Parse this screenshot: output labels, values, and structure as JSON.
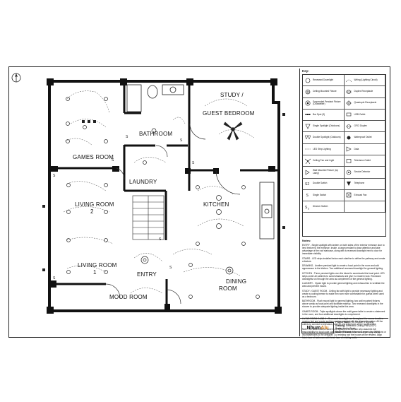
{
  "rooms": {
    "games_room": "GAMES ROOM",
    "bathroom": "BATHROOM",
    "study_line1": "STUDY /",
    "study_line2": "GUEST BEDROOM",
    "laundry": "LAUNDRY",
    "living_room_2_line1": "LIVING ROOM",
    "living_room_2_line2": "2",
    "kitchen": "KITCHEN",
    "living_room_1_line1": "LIVING ROOM",
    "living_room_1_line2": "1",
    "entry": "ENTRY",
    "dining_line1": "DINING",
    "dining_line2": "ROOM",
    "mood_room": "MOOD ROOM"
  },
  "key": {
    "title": "Key:",
    "items": [
      {
        "label": "Recessed Downlight",
        "icon": "recessed-downlight"
      },
      {
        "label": "Wiring (Lighting Circuit)",
        "icon": "wiring"
      },
      {
        "label": "Ceiling Mounted Fixture",
        "icon": "ceiling-fixture"
      },
      {
        "label": "Duplex Receptacle",
        "icon": "duplex-receptacle"
      },
      {
        "label": "Suspended Pendant Fixture (Chandelier)",
        "icon": "pendant"
      },
      {
        "label": "Quadruple Receptacle",
        "icon": "quad-receptacle"
      },
      {
        "label": "Bar Spot (3)",
        "icon": "bar-spot"
      },
      {
        "label": "USB Outlet",
        "icon": "usb-outlet"
      },
      {
        "label": "Single Spotlight (Outdoors)",
        "icon": "single-spotlight"
      },
      {
        "label": "GFCI Duplex",
        "icon": "gfci-duplex"
      },
      {
        "label": "Double Spotlight (Outdoors)",
        "icon": "double-spotlight"
      },
      {
        "label": "Waterproof Outlet",
        "icon": "waterproof-outlet"
      },
      {
        "label": "LED Strip Lighting",
        "icon": "led-strip"
      },
      {
        "label": "Data",
        "icon": "data"
      },
      {
        "label": "Ceiling Fan and Light",
        "icon": "ceiling-fan"
      },
      {
        "label": "Television Outlet",
        "icon": "tv-outlet"
      },
      {
        "label": "Wall Mounted Fixture (Up Lamp)",
        "icon": "wall-fixture"
      },
      {
        "label": "Smoke Detector",
        "icon": "smoke-detector"
      },
      {
        "label": "Double Switch",
        "icon": "double-switch"
      },
      {
        "label": "Telephone",
        "icon": "telephone"
      },
      {
        "label": "Single Switch",
        "icon": "single-switch"
      },
      {
        "label": "Exhaust Fan",
        "icon": "exhaust-fan"
      },
      {
        "label": "Dimmer Switch",
        "icon": "dimmer-switch"
      },
      {
        "label": "",
        "icon": "none"
      }
    ]
  },
  "notes": {
    "title": "Notes:",
    "paragraphs": [
      "ENTRY - Single spotlight with lantern on both sides of the exterior entrance door to lend texture to the entrance. Inside, a large pendant to draw attention and take advantage of the roof staircase, along with a recessed downlight next to door for immediate visibility.",
      "STAIRS - LED strips installed below each stairline to define the pathway and create a feature.",
      "DRAWING - Another pendant light to create a focal point in the room and add appearance to the kitchen. Two additional recessed downlight for general lighting.",
      "KITCHEN - Three pendant lights over the island to accentuate this focal point. LED strips under all cabinets to avoid shadows and give it a modern look. Recessed downlights run through the area as complement of the general lighting.",
      "LAUNDRY - Oyster light to provide general lighting and exhaust fan to ventilate the area and prevent mould.",
      "STUDY / GUEST ROOM - Ceiling fan with light to provide necessary lighting and create a cooling breeze to make the room more comfortable for guests when used as a bedroom.",
      "BATHROOM - Flush mount light for general lighting, two wall mounted fixtures above vanity as focal point and facilitate makeup. Two recessed downlights in the shower to provide adequate lighting inside this area.",
      "GAMES ROOM - Triple spotlights above the multi game table to create a statement in the room, and four additional downlights to complement.",
      "LIVING ROOM 2 AND 1 - Recessed downlight ran throughout the rooms to add a modern feel and create ambience when needed with the dimmable option. All the outlets to connect to television, internet and telephone will be located here.",
      "Note: The work must be done by a registered electrician who assumes full responsibility for local code compliance. The contractor shall report any omissions or inconsistencies to the designer. Cut existing roof the house will be rewired. Align finish face of bathroom with finish face of existing walls."
    ]
  },
  "title_block": {
    "logo_part1": "Nhum",
    "logo_part2": "Alu",
    "project_name_label": "Project Name:",
    "project_name": "D2 Module 5 Lighting",
    "drawing_label": "Drawing:",
    "drawing": "Reflected Ceiling Plan (RCP)",
    "scale_label": "Scale:",
    "scale": "Not to Scale",
    "student_label": "Student Name:",
    "student": "Nhuma Camero (Jul 2024)"
  },
  "icons": {
    "north_arrow": "north-arrow-icon"
  }
}
